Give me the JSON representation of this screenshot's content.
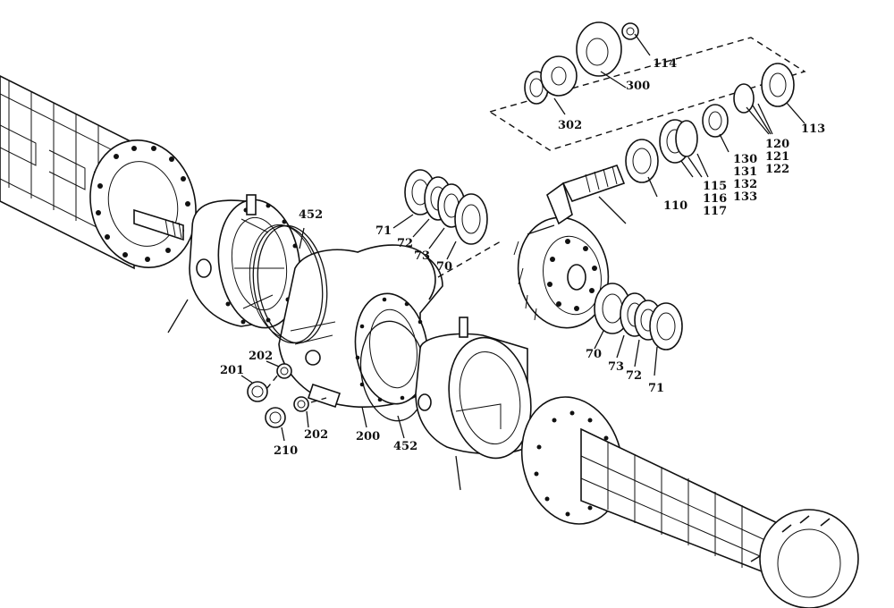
{
  "labels": {
    "p114": "114",
    "p300": "300",
    "p302": "302",
    "p113": "113",
    "p120": "120",
    "p121": "121",
    "p122": "122",
    "p130": "130",
    "p131": "131",
    "p132": "132",
    "p133": "133",
    "p115": "115",
    "p116": "116",
    "p117": "117",
    "p110": "110",
    "p452a": "452",
    "p71a": "71",
    "p72a": "72",
    "p73a": "73",
    "p70a": "70",
    "p70b": "70",
    "p73b": "73",
    "p72b": "72",
    "p71b": "71",
    "p202a": "202",
    "p201": "201",
    "p202b": "202",
    "p210": "210",
    "p200": "200",
    "p452b": "452"
  }
}
